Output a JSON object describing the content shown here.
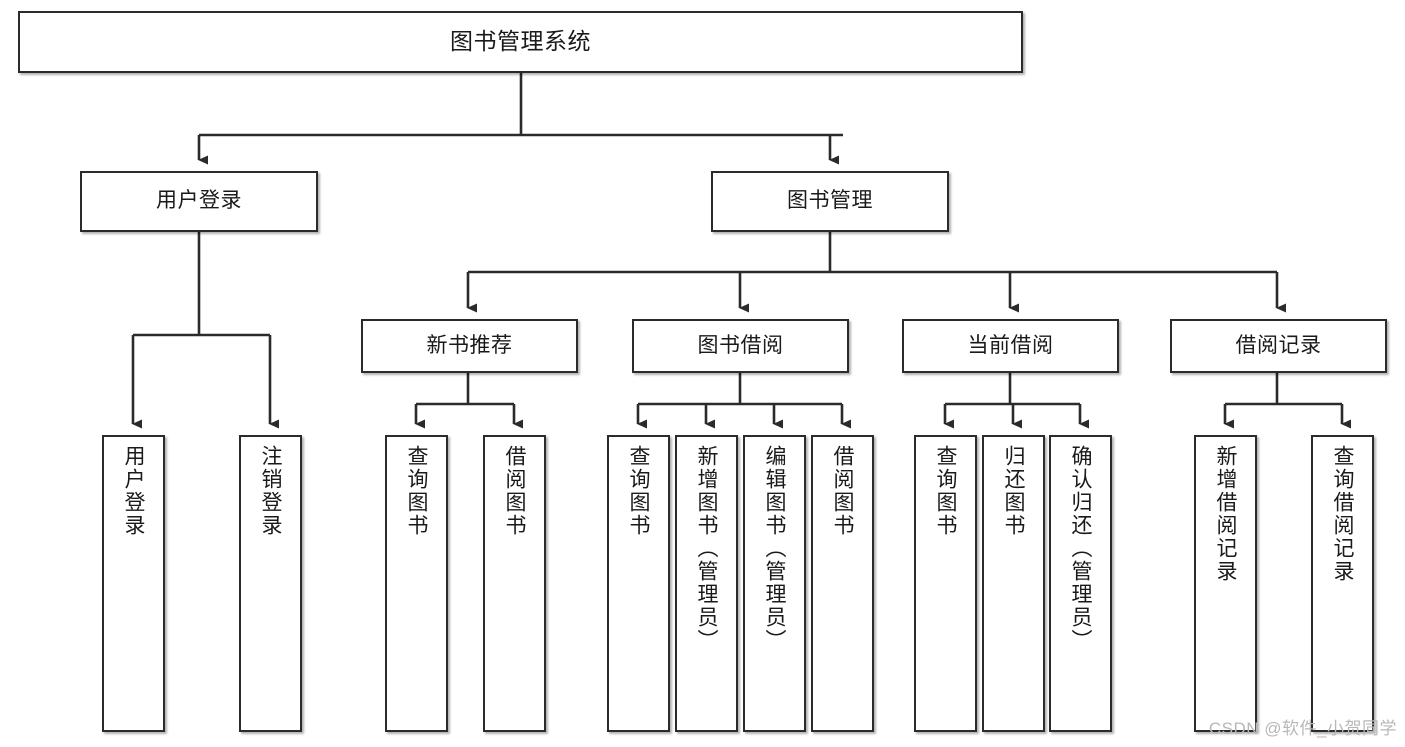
{
  "diagram": {
    "title": "图书管理系统",
    "root": {
      "id": "root",
      "label": "图书管理系统"
    },
    "level2": [
      {
        "id": "user-login",
        "label": "用户登录"
      },
      {
        "id": "book-management",
        "label": "图书管理"
      }
    ],
    "level3": [
      {
        "id": "new-book-recommend",
        "label": "新书推荐"
      },
      {
        "id": "book-borrow",
        "label": "图书借阅"
      },
      {
        "id": "current-borrow",
        "label": "当前借阅"
      },
      {
        "id": "borrow-record",
        "label": "借阅记录"
      }
    ],
    "leaves": {
      "user_login": [
        {
          "id": "leaf-user-login",
          "label": "用户登录"
        },
        {
          "id": "leaf-logout-login",
          "label": "注销登录"
        }
      ],
      "new_book_recommend": [
        {
          "id": "leaf-query-book-1",
          "label": "查询图书"
        },
        {
          "id": "leaf-borrow-book-1",
          "label": "借阅图书"
        }
      ],
      "book_borrow": [
        {
          "id": "leaf-query-book-2",
          "label": "查询图书"
        },
        {
          "id": "leaf-add-book",
          "label": "新增图书（管理员）"
        },
        {
          "id": "leaf-edit-book",
          "label": "编辑图书（管理员）"
        },
        {
          "id": "leaf-borrow-book-2",
          "label": "借阅图书"
        }
      ],
      "current_borrow": [
        {
          "id": "leaf-query-book-3",
          "label": "查询图书"
        },
        {
          "id": "leaf-return-book",
          "label": "归还图书"
        },
        {
          "id": "leaf-confirm-return",
          "label": "确认归还（管理员）"
        }
      ],
      "borrow_record": [
        {
          "id": "leaf-add-record",
          "label": "新增借阅记录"
        },
        {
          "id": "leaf-query-record",
          "label": "查询借阅记录"
        }
      ]
    },
    "colors": {
      "box_border": "#2b2b2b",
      "box_fill": "#ffffff",
      "edge": "#2b2b2b",
      "text": "#1a1a1a",
      "watermark": "#b8b8b8",
      "background": "#ffffff"
    }
  },
  "watermark": {
    "text": "CSDN @软件_小贺同学"
  }
}
